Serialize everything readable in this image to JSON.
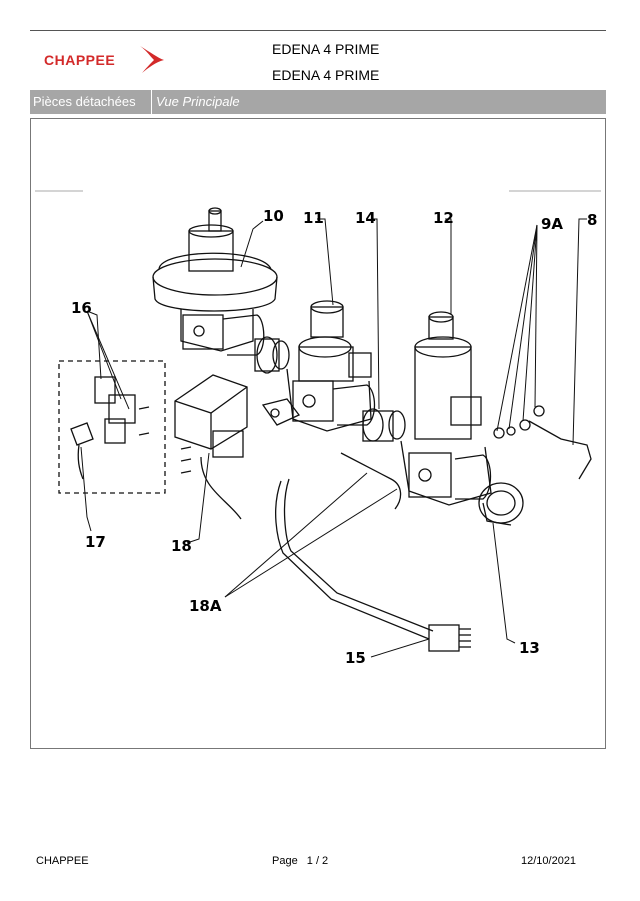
{
  "header": {
    "logo_text": "CHAPPEE",
    "brand_color": "#d32a2a",
    "title_line1": "EDENA 4 PRIME",
    "title_line2": "EDENA 4 PRIME"
  },
  "tabbar": {
    "section": "Pièces détachées",
    "view": "Vue Principale",
    "bar_color": "#a6a6a6"
  },
  "drawing": {
    "labels": {
      "l10": "10",
      "l11": "11",
      "l14": "14",
      "l12": "12",
      "l9a": "9A",
      "l8": "8",
      "l16": "16",
      "l17": "17",
      "l18": "18",
      "l18a": "18A",
      "l15": "15",
      "l13": "13"
    }
  },
  "footer": {
    "company": "CHAPPEE",
    "page_label": "Page",
    "page_value": "1  /  2",
    "date": "12/10/2021"
  }
}
